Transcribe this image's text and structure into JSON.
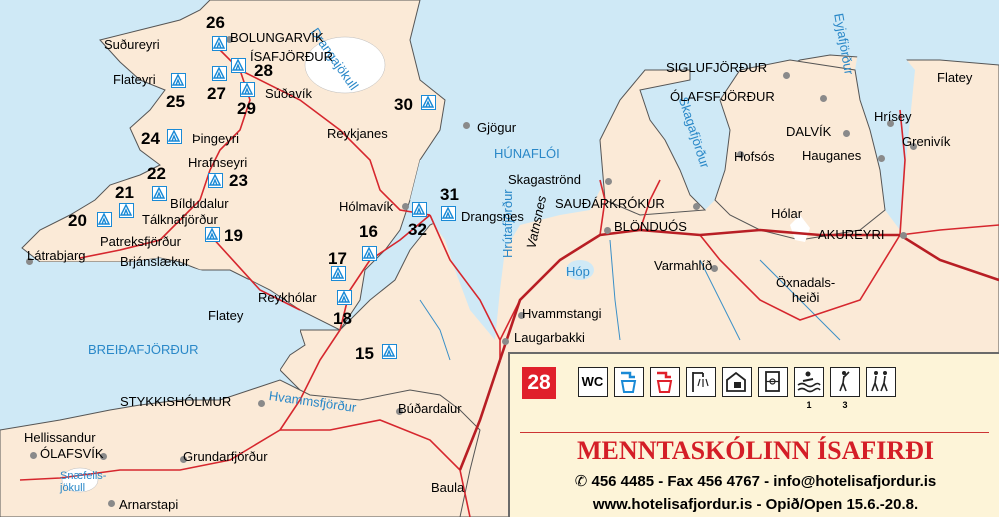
{
  "map": {
    "towns": {
      "bolungarvik": "BOLUNGARVÍK",
      "isafjordur": "ÍSAFJÖRÐUR",
      "sudureyri": "Suðureyri",
      "flateyri": "Flateyri",
      "sudavik": "Súðavík",
      "thingeyri": "Þingeyri",
      "hrafnseyri": "Hrafnseyri",
      "bildudalur": "Bíldudalur",
      "talknafjordur": "Tálknafjörður",
      "patreksfjordur": "Patreksfjörður",
      "latrabjarg": "Látrabjarg",
      "brjanslaekur": "Brjánslækur",
      "reykjanes": "Reykjanes",
      "gjogur": "Gjögur",
      "holmavik": "Hólmavík",
      "drangsnes": "Drangsnes",
      "reykholar": "Reykhólar",
      "flatey_west": "Flatey",
      "stykkisholmur": "STYKKISHÓLMUR",
      "budardalur": "Búðardalur",
      "hellissandur": "Hellissandur",
      "olafsvik": "ÓLAFSVÍK",
      "grundarfjordur": "Grundarfjörður",
      "arnarstapi": "Arnarstapi",
      "baula": "Baula",
      "siglufjordur": "SIGLUFJÖRÐUR",
      "olafsfjordur": "ÓLAFSFJÖRÐUR",
      "dalvik": "DALVÍK",
      "hrisey": "Hrísey",
      "grenivik": "Grenivík",
      "flatey_north": "Flatey",
      "hofsos": "Hofsós",
      "hauganes": "Hauganes",
      "skagastrond": "Skagaströnd",
      "saudarkrokur": "SAUÐÁRKRÓKUR",
      "blonduos": "BLÖNDUÓS",
      "holar": "Hólar",
      "akureyri": "AKUREYRI",
      "varmahlid": "Varmahlíð",
      "oxnadalsheidi": "Öxnadals-\nheiði",
      "hvammstangi": "Hvammstangi",
      "laugarbakki": "Laugarbakki"
    },
    "water": {
      "drangajokull": "Drangajökull",
      "eyjafjordur": "Eyjafjörður",
      "skagafjordur": "Skagafjörður",
      "hunafloi": "HÚNAFLÓI",
      "hrutafjordur": "Hrútafjörður",
      "vatnsnes": "Vatnsnes",
      "hop": "Hóp",
      "breidafjordur": "BREIÐAFJÖRÐUR",
      "hvammsfjordur": "Hvammsfjörður",
      "snaefellsjokull": "Snæfells-\njökull"
    },
    "campsite_numbers": [
      "26",
      "28",
      "27",
      "29",
      "25",
      "30",
      "24",
      "22",
      "23",
      "21",
      "20",
      "19",
      "31",
      "32",
      "16",
      "17",
      "18",
      "15"
    ]
  },
  "infobox": {
    "number": "28",
    "facilities": [
      {
        "icon": "wc-icon",
        "label": "WC",
        "sub": ""
      },
      {
        "icon": "cold-water-icon",
        "label": "",
        "sub": ""
      },
      {
        "icon": "hot-water-icon",
        "label": "",
        "sub": ""
      },
      {
        "icon": "shower-icon",
        "label": "",
        "sub": ""
      },
      {
        "icon": "kitchen-icon",
        "label": "",
        "sub": ""
      },
      {
        "icon": "sports-field-icon",
        "label": "",
        "sub": ""
      },
      {
        "icon": "swimming-pool-icon",
        "label": "",
        "sub": "1"
      },
      {
        "icon": "golf-icon",
        "label": "",
        "sub": "3"
      },
      {
        "icon": "hiking-icon",
        "label": "",
        "sub": ""
      }
    ],
    "name": "MENNTASKÓLINN ÍSAFIRÐI",
    "contact": "456 4485 - Fax 456 4767 - info@hotelisafjordur.is",
    "web": "www.hotelisafjordur.is - Opið/Open 15.6.-20.8."
  },
  "colors": {
    "sea": "#cfe9f6",
    "land": "#fbead7",
    "road": "#d6272e",
    "campsite_border": "#1a8ad6",
    "accent": "#e0202b",
    "water_label": "#2a88c8"
  }
}
